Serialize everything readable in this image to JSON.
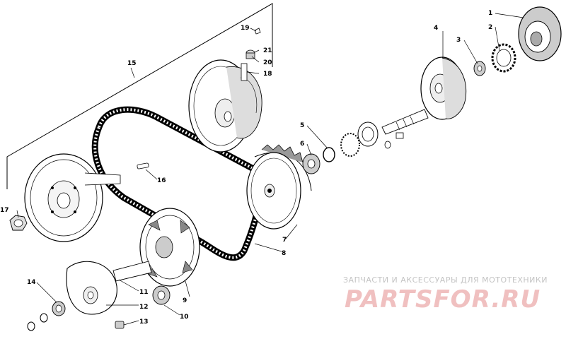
{
  "callouts": [
    "1",
    "2",
    "3",
    "4",
    "5",
    "6",
    "7",
    "8",
    "9",
    "10",
    "11",
    "12",
    "13",
    "14",
    "15",
    "16",
    "17",
    "18",
    "19",
    "20",
    "21"
  ],
  "watermark": {
    "tagline": "ЗАПЧАСТИ И АКСЕССУАРЫ ДЛЯ МОТОТЕХНИКИ",
    "logo": "PARTSFOR.RU"
  }
}
